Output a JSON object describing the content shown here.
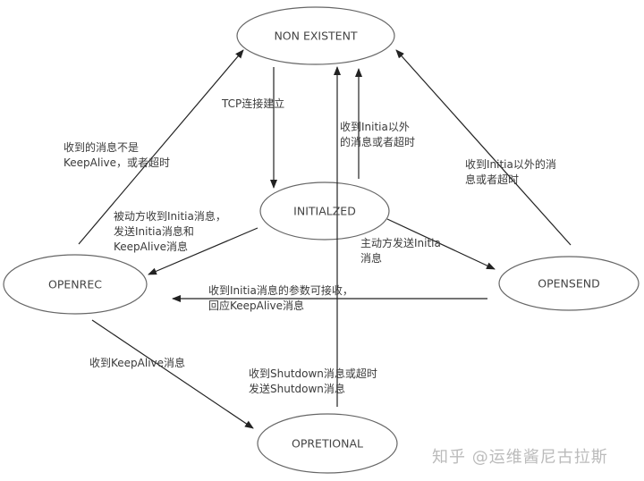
{
  "states": {
    "non_existent": "NON EXISTENT",
    "initialized": "INITIALZED",
    "openrec": "OPENREC",
    "opensend": "OPENSEND",
    "opretional": "OPRETIONAL"
  },
  "transitions": {
    "tcp": "TCP连接建立",
    "init_to_none": "收到Initia以外\n的消息或者超时",
    "openrec_to_none": "收到的消息不是\nKeepAlive，或者超时",
    "opensend_to_none": "收到Initia以外的消\n息或者超时",
    "init_to_openrec": "被动方收到Initia消息，\n发送Initia消息和\nKeepAlive消息",
    "init_to_opensend": "主动方发送Initia\n消息",
    "opensend_to_openrec": "收到Initia消息的参数可接收，\n回应KeepAlive消息",
    "openrec_to_opretional": "收到KeepAlive消息",
    "shutdown": "收到Shutdown消息或超时\n发送Shutdown消息"
  },
  "watermark": "知乎 @运维酱尼古拉斯"
}
